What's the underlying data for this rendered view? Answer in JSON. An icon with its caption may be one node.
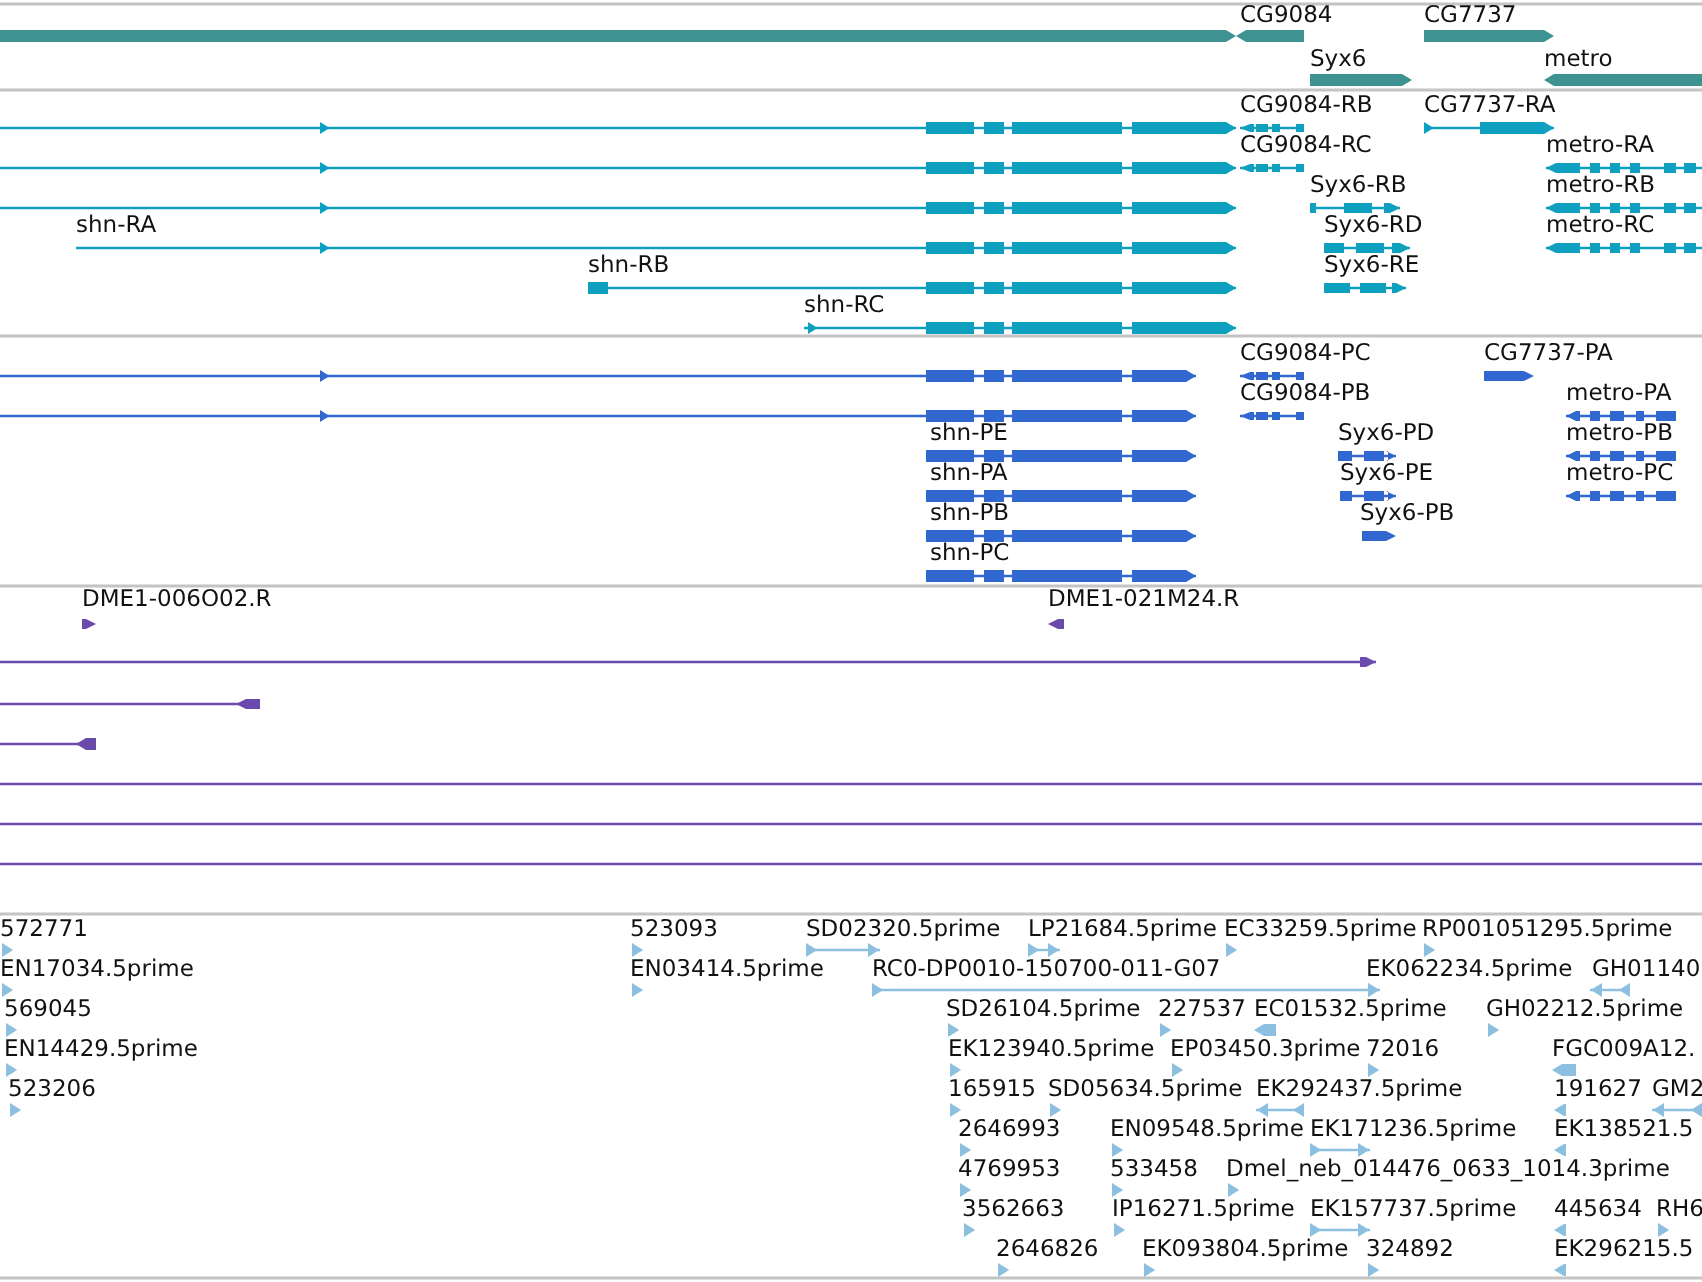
{
  "diagram": {
    "labels": [
      "CG9084",
      "CG7737",
      "Syx6",
      "metro",
      "CG9084-RB",
      "CG7737-RA",
      "CG9084-RC",
      "metro-RA",
      "Syx6-RB",
      "metro-RB",
      "shn-RA",
      "Syx6-RD",
      "metro-RC",
      "shn-RB",
      "Syx6-RE",
      "shn-RC",
      "CG9084-PC",
      "CG7737-PA",
      "CG9084-PB",
      "metro-PA",
      "shn-PE",
      "Syx6-PD",
      "metro-PB",
      "shn-PA",
      "Syx6-PE",
      "metro-PC",
      "shn-PB",
      "Syx6-PB",
      "shn-PC",
      "DME1-006O02.R",
      "DME1-021M24.R",
      "572771",
      "523093",
      "SD02320.5prime",
      "LP21684.5prime",
      "EC33259.5prime",
      "RP001051295.5prime",
      "EN17034.5prime",
      "EN03414.5prime",
      "RC0-DP0010-150700-011-G07",
      "EK062234.5prime",
      "GH01140",
      "569045",
      "SD26104.5prime",
      "227537",
      "EC01532.5prime",
      "GH02212.5prime",
      "EN14429.5prime",
      "EK123940.5prime",
      "EP03450.3prime",
      "72016",
      "FGC009A12.",
      "523206",
      "165915",
      "SD05634.5prime",
      "EK292437.5prime",
      "191627",
      "GM2",
      "2646993",
      "EN09548.5prime",
      "EK171236.5prime",
      "EK138521.5",
      "4769953",
      "533458",
      "Dmel_neb_014476_0633_1014.3prime",
      "3562663",
      "IP16271.5prime",
      "EK157737.5prime",
      "445634",
      "RH6",
      "2646826",
      "EK093804.5prime",
      "324892",
      "EK296215.5"
    ]
  }
}
